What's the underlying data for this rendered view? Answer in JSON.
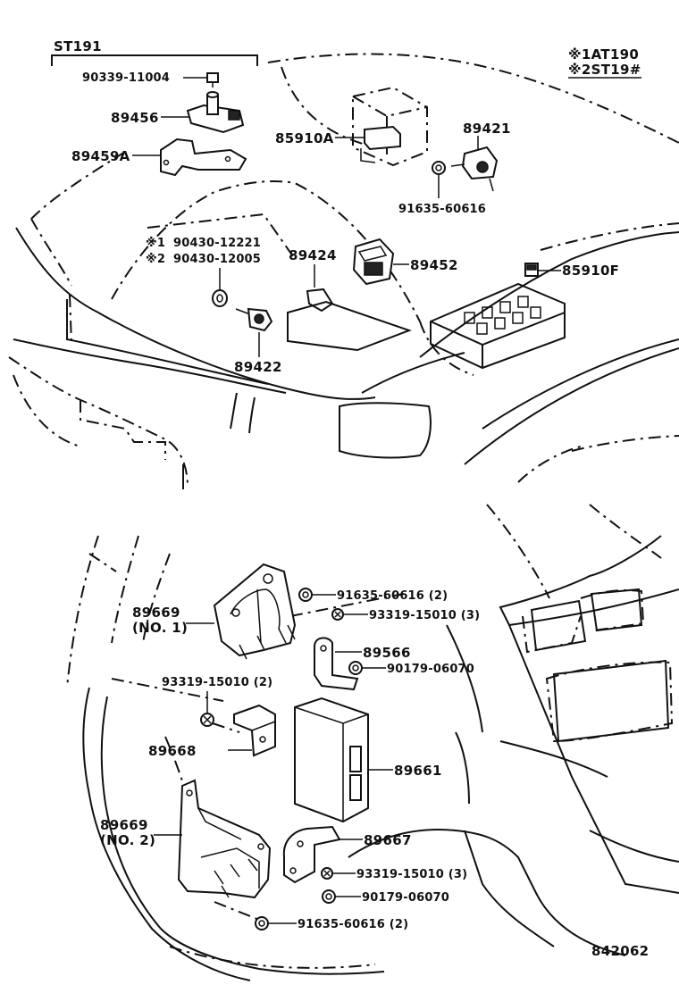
{
  "diagram": {
    "group_label": "ST191",
    "legend": [
      {
        "mark": "※1",
        "text": "AT190"
      },
      {
        "mark": "※2",
        "text": "ST19#"
      }
    ],
    "part_labels": {
      "p90339": "90339-11004",
      "p89456": "89456",
      "p89459A": "89459A",
      "p85910A": "85910A",
      "p89421": "89421",
      "p91635_top": "91635-60616",
      "mark1": "※1",
      "p90430_1": "90430-12221",
      "mark2": "※2",
      "p90430_2": "90430-12005",
      "p89424": "89424",
      "p89452": "89452",
      "p85910F": "85910F",
      "p89422": "89422",
      "p91635_a": "91635-60616 (2)",
      "p89669_1": "89669",
      "p89669_1_sub": "(NO. 1)",
      "p93319_a": "93319-15010 (3)",
      "p89566": "89566",
      "p90179_a": "90179-06070",
      "p93319_b": "93319-15010 (2)",
      "p89668": "89668",
      "p89661": "89661",
      "p89669_2": "89669",
      "p89669_2_sub": "(NO. 2)",
      "p89667": "89667",
      "p93319_c": "93319-15010 (3)",
      "p90179_b": "90179-06070",
      "p91635_b": "91635-60616 (2)"
    },
    "figure_number": "842062"
  }
}
